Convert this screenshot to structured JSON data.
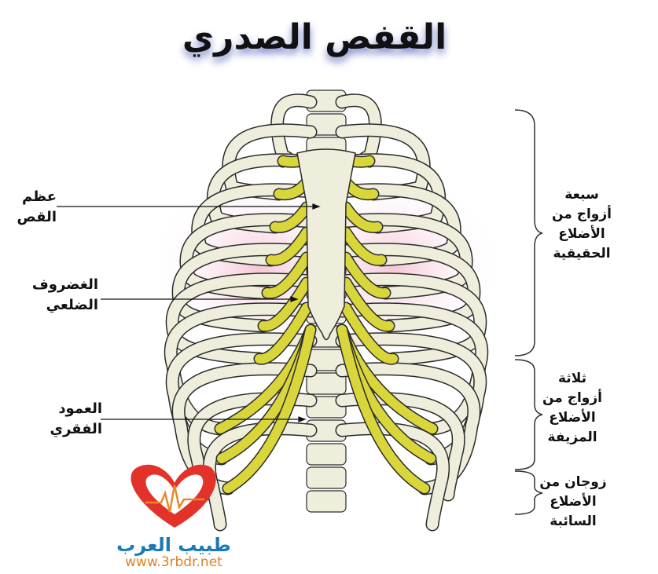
{
  "title": "القفص الصدري",
  "labels": {
    "sternum": [
      "عظم",
      "القص"
    ],
    "cartilage": [
      "الغضروف",
      "الضلعي"
    ],
    "spine": [
      "العمود",
      "الفقري"
    ]
  },
  "groups": {
    "true_ribs": [
      "سبعة",
      "أزواج من",
      "الأضلاع",
      "الحقيقية"
    ],
    "false_ribs": [
      "ثلاثة",
      "أزواج من",
      "الأضلاع",
      "المزيفة"
    ],
    "floating_ribs": [
      "زوجان من",
      "الأضلاع",
      "السائبة"
    ]
  },
  "logo": {
    "name": "طبيب العرب",
    "url": "www.3rbdr.net"
  },
  "colors": {
    "bone": "#efeedd",
    "cartilage": "#d8d63a",
    "outline": "#2b2b2b",
    "logo_red": "#e2322a",
    "logo_blue": "#1a79b6"
  }
}
